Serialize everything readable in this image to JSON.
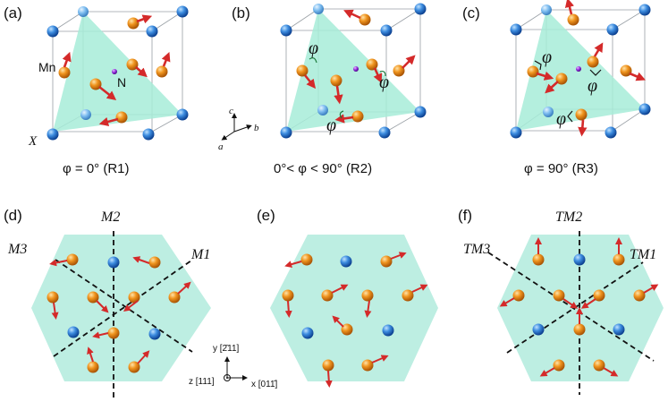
{
  "colors": {
    "triangle_fill": "#a7ecd8",
    "hexagon_fill": "#bdeee2",
    "x_atom": "#1b69c8",
    "x_atom_light": "#6fb6ec",
    "mn_atom": "#e8891a",
    "n_atom": "#8a24d8",
    "moment_arrow": "#d42a2a",
    "cube_edge": "#9aa0a6"
  },
  "panels": {
    "a": {
      "label": "(a)",
      "caption": "φ = 0° (R1)",
      "mn_label": "Mn",
      "n_label": "N",
      "x_label": "X"
    },
    "b": {
      "label": "(b)",
      "caption": "0°< φ < 90° (R2)",
      "phi": "φ"
    },
    "c": {
      "label": "(c)",
      "caption": "φ = 90° (R3)",
      "phi": "φ"
    },
    "d": {
      "label": "(d)",
      "mirrors": [
        "M2",
        "M3",
        "M1"
      ]
    },
    "e": {
      "label": "(e)"
    },
    "f": {
      "label": "(f)",
      "mirrors": [
        "TM2",
        "TM3",
        "TM1"
      ]
    }
  },
  "axes_cubic": {
    "a": "a",
    "b": "b",
    "c": "c"
  },
  "axes_hex": {
    "y": "y [2̄11]",
    "z": "z [111]",
    "x": "x [011̄]"
  }
}
